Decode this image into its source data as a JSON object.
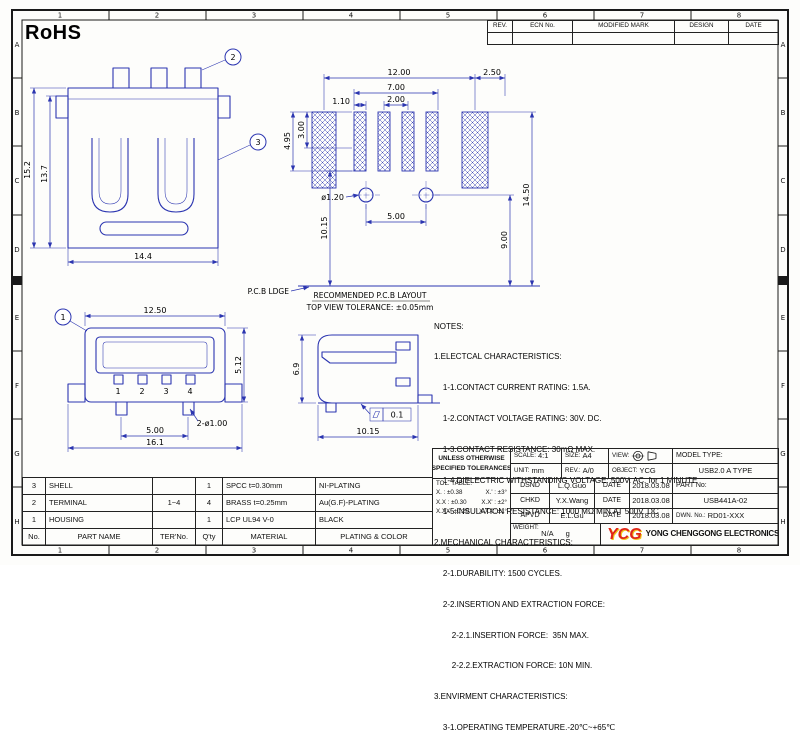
{
  "sheet": {
    "rohs": "RoHS",
    "cols": [
      "1",
      "2",
      "3",
      "4",
      "5",
      "6",
      "7",
      "8"
    ],
    "rows": [
      "A",
      "B",
      "C",
      "D",
      "E",
      "F",
      "G",
      "H"
    ]
  },
  "rev_table": {
    "headers": [
      "REV.",
      "ECN No.",
      "MODIFIED MARK",
      "DESIGN",
      "DATE"
    ]
  },
  "front_view": {
    "balloon_2": "2",
    "balloon_3": "3",
    "dim_height_outer": "15.2",
    "dim_height_inner": "13.7",
    "dim_width": "14.4"
  },
  "pcb_view": {
    "dim_span": "12.00",
    "dim_right": "2.50",
    "dim_pads": "7.00",
    "dim_pad_w": "1.10",
    "dim_pitch": "2.00",
    "dim_h1": "3.00",
    "dim_h2": "4.95",
    "dim_hole": "ø1.20",
    "dim_hole_pitch": "5.00",
    "dim_depth": "10.15",
    "dim_edge1": "9.00",
    "dim_edge2": "14.50",
    "label_edge": "P.C.B LDGE",
    "caption1": "RECOMMENDED P.C.B LAYOUT",
    "caption2": "TOP VIEW TOLERANCE: ±0.05mm"
  },
  "top_view": {
    "balloon_1": "1",
    "dim_width": "12.50",
    "dim_height": "5.12",
    "dim_leg_pitch": "5.00",
    "dim_total": "16.1",
    "dim_holes": "2-ø1.00",
    "pins": [
      "1",
      "2",
      "3",
      "4"
    ]
  },
  "side_view": {
    "dim_height": "6.9",
    "dim_depth": "10.15",
    "tolerance": "0.1"
  },
  "notes": {
    "lines": [
      "NOTES:",
      "1.ELECTCAL CHARACTERISTICS:",
      "    1-1.CONTACT CURRENT RATING: 1.5A.",
      "    1-2.CONTACT VOLTAGE RATING: 30V. DC.",
      "    1-3.CONTACT RESISTANCE: 30mΩ MAX.",
      "    1-4.DIELECTRIC WITHSTANDING VOLTAGE: 500V. AC. for 1 MINUTE",
      "    1-5.INSULATION RESISTANCE: 1000 MΩ MIN.AT 500V. DC",
      "2.MECHANICAL CHARACTERISTICS:",
      "    2-1.DURABILITY: 1500 CYCLES.",
      "    2-2.INSERTION AND EXTRACTION FORCE:",
      "        2-2.1.INSERTION FORCE:  35N MAX.",
      "        2-2.2.EXTRACTION FORCE: 10N MIN.",
      "3.ENVIRMENT CHARACTERISTICS:",
      "    3-1.OPERATING TEMPERATURE.-20℃~+65℃"
    ]
  },
  "parts_table": {
    "rows": [
      [
        "3",
        "SHELL",
        "",
        "1",
        "SPCC t=0.30mm",
        "NI-PLATING"
      ],
      [
        "2",
        "TERMINAL",
        "1~4",
        "4",
        "BRASS t=0.25mm",
        "Au(G.F)-PLATING"
      ],
      [
        "1",
        "HOUSING",
        "",
        "1",
        "LCP UL94 V-0",
        "BLACK"
      ]
    ],
    "footer": [
      "No.",
      "PART NAME",
      "TER'No.",
      "Q'ty",
      "MATERIAL",
      "PLATING & COLOR"
    ]
  },
  "title_block": {
    "unless1": "UNLESS OTHERWISE",
    "unless2": "SPECIFIED TOLERANCES",
    "tol_label": "TOL. TABLE:",
    "tol_rows": [
      [
        "X. : ±0.38",
        "X.' : ±3°"
      ],
      [
        "X.X : ±0.30",
        "X.X' : ±2°"
      ],
      [
        "X.XX: ±0.20",
        "X.XX': ±1°"
      ]
    ],
    "scale_label": "SCALE:",
    "scale": "4:1",
    "size_label": "SIZE:",
    "size": "A4",
    "view_label": "VIEW:",
    "unit_label": "UNIT:",
    "unit": "mm",
    "rev_label": "REV.:",
    "rev": "A/0",
    "object_label": "OBJECT:",
    "object": "YCG",
    "model_label": "MODEL TYPE:",
    "model": "USB2.0 A TYPE",
    "dsnd_label": "DSND",
    "dsnd": "L.Q.Guo",
    "chkd_label": "CHKD",
    "chkd": "Y.X.Wang",
    "apvd_label": "APVD",
    "apvd": "E.L.Gu",
    "date_label": "DATE",
    "dsnd_date": "2018.03.08",
    "chkd_date": "2018.03.08",
    "apvd_date": "2018.03.08",
    "part_no_label": "PART No:",
    "part_no": "USB441A-02",
    "dwn_no_label": "DWN. No.:",
    "dwn_no": "RD01-XXX",
    "weight_label": "WEIGHT:",
    "weight": "N/A",
    "weight_unit": "g",
    "logo": "YCG",
    "company": "YONG CHENGGONG ELECTRONICS CO.,LTD."
  }
}
